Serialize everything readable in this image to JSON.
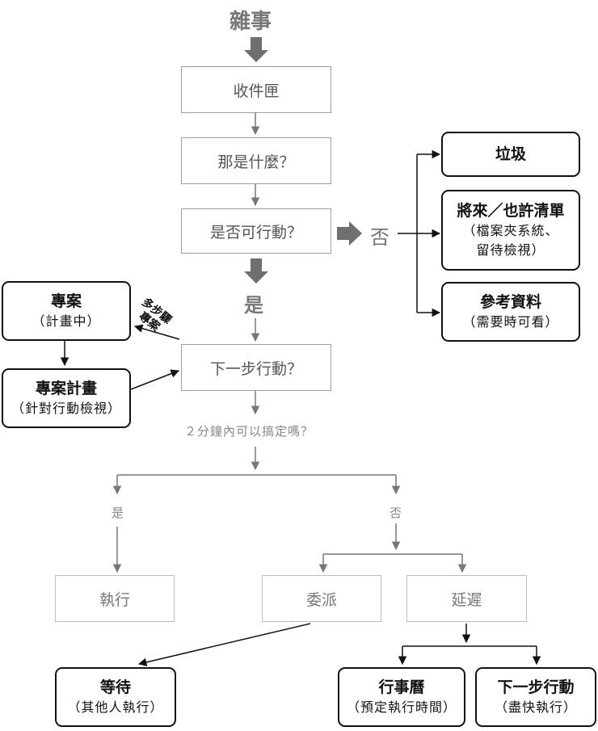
{
  "start": "雜事",
  "inbox": "收件匣",
  "what": "那是什麼？",
  "actionable": "是否可行動？",
  "no": "否",
  "yes": "是",
  "trash": "垃圾",
  "someday": {
    "title": "將來／也許清單",
    "sub1": "（檔案夾系統、",
    "sub2": "留待檢視）"
  },
  "reference": {
    "title": "參考資料",
    "sub": "（需要時可看）"
  },
  "project": {
    "title": "專案",
    "sub": "（計畫中）"
  },
  "project_plan": {
    "title": "專案計畫",
    "sub": "（針對行動檢視）"
  },
  "multistep_1": "多步驟",
  "multistep_2": "專案",
  "next_action": "下一步行動？",
  "two_min": "２分鐘內可以搞定嗎？",
  "yes_small": "是",
  "no_small": "否",
  "do_it": "執行",
  "delegate": "委派",
  "defer": "延遲",
  "waiting": {
    "title": "等待",
    "sub": "（其他人執行）"
  },
  "calendar": {
    "title": "行事曆",
    "sub": "（預定執行時間）"
  },
  "next_actions": {
    "title": "下一步行動",
    "sub": "（盡快執行）"
  }
}
